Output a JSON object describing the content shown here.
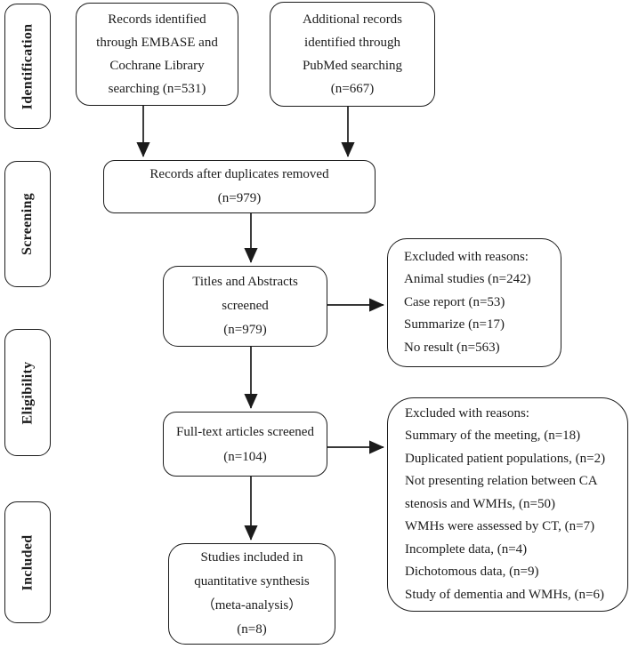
{
  "stages": [
    {
      "label": "Identification"
    },
    {
      "label": "Screening"
    },
    {
      "label": "Eligibility"
    },
    {
      "label": "Included"
    }
  ],
  "boxes": {
    "embase": {
      "lines": [
        "Records identified",
        "through EMBASE and",
        "Cochrane Library",
        "searching (n=531)"
      ]
    },
    "pubmed": {
      "lines": [
        "Additional records",
        "identified through",
        "PubMed searching",
        "(n=667)"
      ]
    },
    "duplicates": {
      "lines": [
        "Records after duplicates removed",
        "(n=979)"
      ]
    },
    "titles_screened": {
      "lines": [
        "Titles and Abstracts",
        "screened",
        "(n=979)"
      ]
    },
    "excluded_screening": {
      "lines": [
        "Excluded with reasons:",
        "Animal studies (n=242)",
        "Case report (n=53)",
        "Summarize (n=17)",
        "No result (n=563)"
      ]
    },
    "fulltext": {
      "lines": [
        "Full-text articles screened",
        "(n=104)"
      ]
    },
    "excluded_eligibility": {
      "lines": [
        "Excluded with reasons:",
        "Summary of the meeting, (n=18)",
        "Duplicated patient populations, (n=2)",
        "Not presenting relation between CA stenosis and WMHs, (n=50)",
        "WMHs were assessed by CT, (n=7)",
        "Incomplete data, (n=4)",
        "Dichotomous data, (n=9)",
        "Study of dementia and WMHs, (n=6)"
      ]
    },
    "included_synthesis": {
      "lines": [
        "Studies included in",
        "quantitative synthesis",
        "（meta-analysis）",
        "(n=8)"
      ]
    }
  },
  "colors": {
    "line": "#1b1b1b",
    "text": "#1b1b1b",
    "background": "#ffffff"
  }
}
